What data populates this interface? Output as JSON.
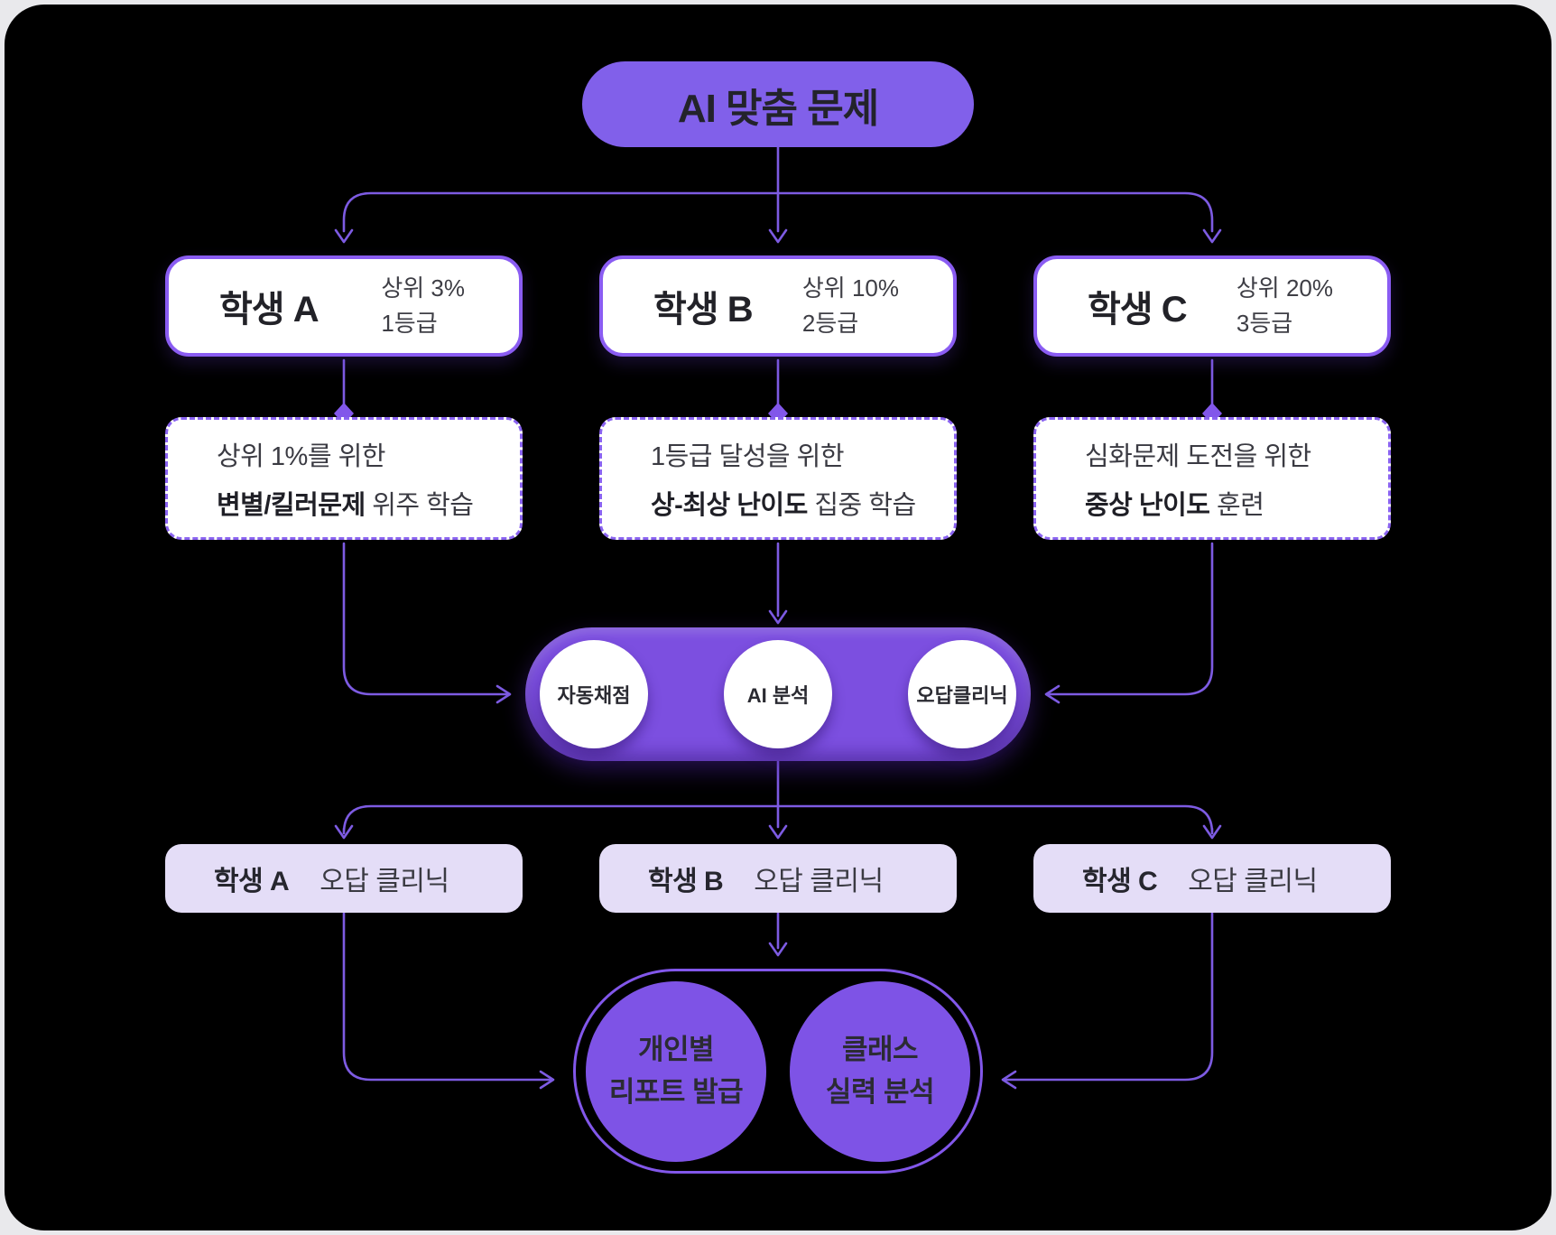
{
  "title": "AI 맞춤 문제",
  "students": [
    {
      "name": "학생 A",
      "percentile": "상위 3%",
      "grade": "1등급",
      "strategy_line1": "상위 1%를 위한",
      "strategy_bold": "변별/킬러문제",
      "strategy_tail": "위주 학습",
      "clinic_name": "학생 A",
      "clinic_label": "오답 클리닉"
    },
    {
      "name": "학생 B",
      "percentile": "상위 10%",
      "grade": "2등급",
      "strategy_line1": "1등급 달성을 위한",
      "strategy_bold": "상-최상 난이도",
      "strategy_tail": "집중 학습",
      "clinic_name": "학생 B",
      "clinic_label": "오답 클리닉"
    },
    {
      "name": "학생 C",
      "percentile": "상위 20%",
      "grade": "3등급",
      "strategy_line1": "심화문제 도전을 위한",
      "strategy_bold": "중상 난이도",
      "strategy_tail": "훈련",
      "clinic_name": "학생 C",
      "clinic_label": "오답 클리닉"
    }
  ],
  "process_steps": [
    "자동채점",
    "AI 분석",
    "오답클리닉"
  ],
  "results": [
    {
      "line1": "개인별",
      "line2": "리포트 발급"
    },
    {
      "line1": "클래스",
      "line2": "실력 분석"
    }
  ],
  "colors": {
    "accent": "#8160ea",
    "bar": "#7c4fe0",
    "lavender": "#e4ddf7",
    "line": "#7d5be2",
    "canvas": "#000000",
    "text_dark": "#23232b"
  }
}
